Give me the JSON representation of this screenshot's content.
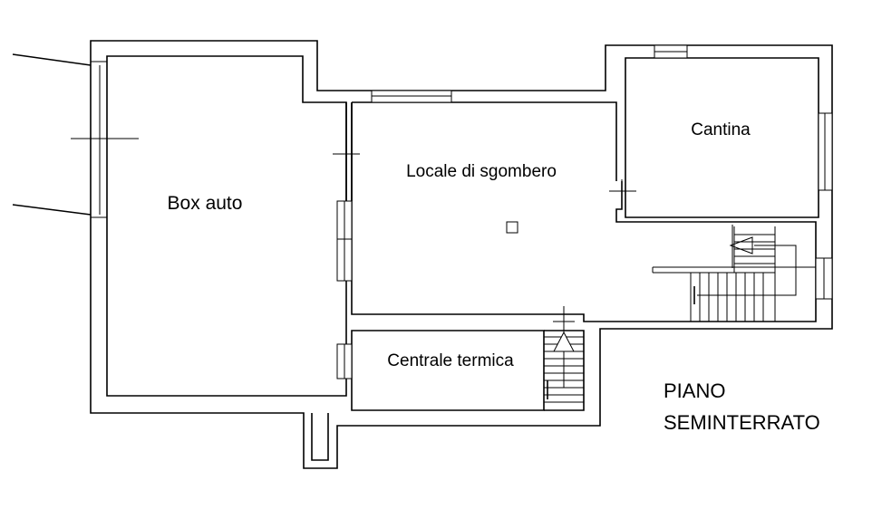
{
  "rooms": {
    "box_auto": "Box auto",
    "locale_sgombero": "Locale di sgombero",
    "cantina": "Cantina",
    "centrale_termica": "Centrale termica"
  },
  "floor_label": {
    "line1": "PIANO",
    "line2": "SEMINTERRATO"
  }
}
